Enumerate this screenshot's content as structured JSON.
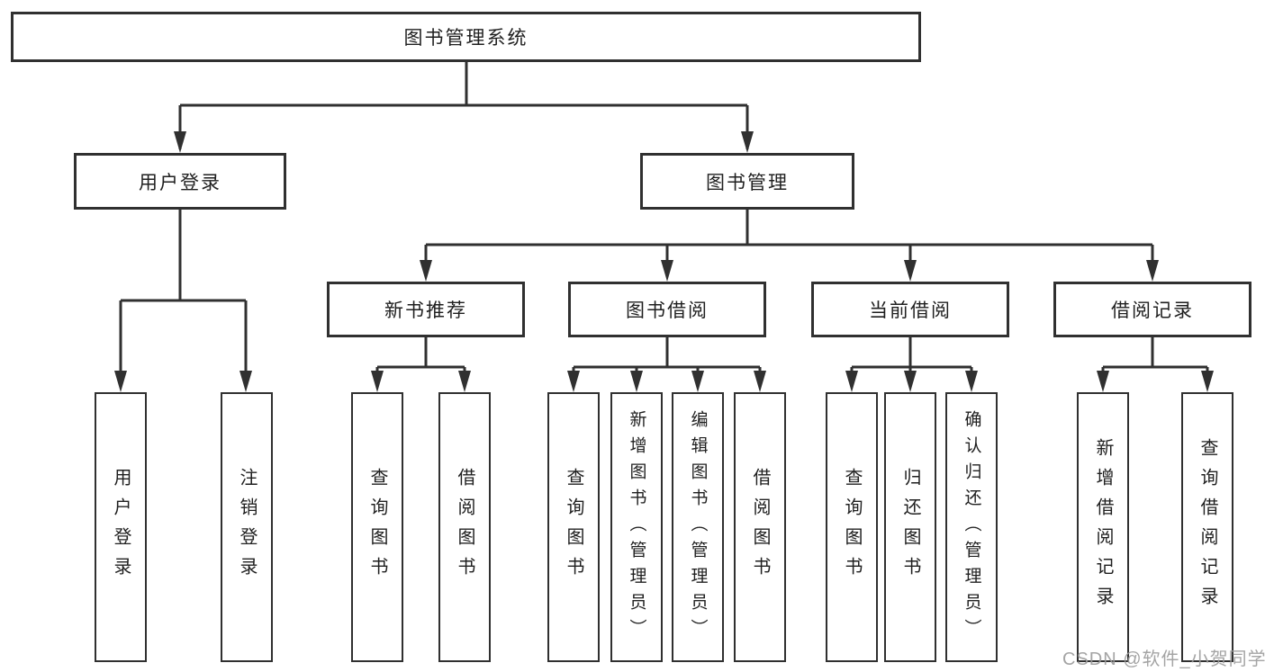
{
  "diagram": {
    "root": {
      "label": "图书管理系统"
    },
    "branches": [
      {
        "label": "用户登录",
        "children": [
          {
            "label": "用户登录"
          },
          {
            "label": "注销登录"
          }
        ]
      },
      {
        "label": "图书管理",
        "children": [
          {
            "label": "新书推荐",
            "children": [
              {
                "label": "查询图书"
              },
              {
                "label": "借阅图书"
              }
            ]
          },
          {
            "label": "图书借阅",
            "children": [
              {
                "label": "查询图书"
              },
              {
                "label": "新增图书（管理员）"
              },
              {
                "label": "编辑图书（管理员）"
              },
              {
                "label": "借阅图书"
              }
            ]
          },
          {
            "label": "当前借阅",
            "children": [
              {
                "label": "查询图书"
              },
              {
                "label": "归还图书"
              },
              {
                "label": "确认归还（管理员）"
              }
            ]
          },
          {
            "label": "借阅记录",
            "children": [
              {
                "label": "新增借阅记录"
              },
              {
                "label": "查询借阅记录"
              }
            ]
          }
        ]
      }
    ]
  },
  "watermark": {
    "text": "CSDN @软件_小贺同学"
  },
  "colors": {
    "line": "#303030",
    "text": "#1f1f1f",
    "background": "#ffffff",
    "watermark": "#9b9b9b"
  }
}
